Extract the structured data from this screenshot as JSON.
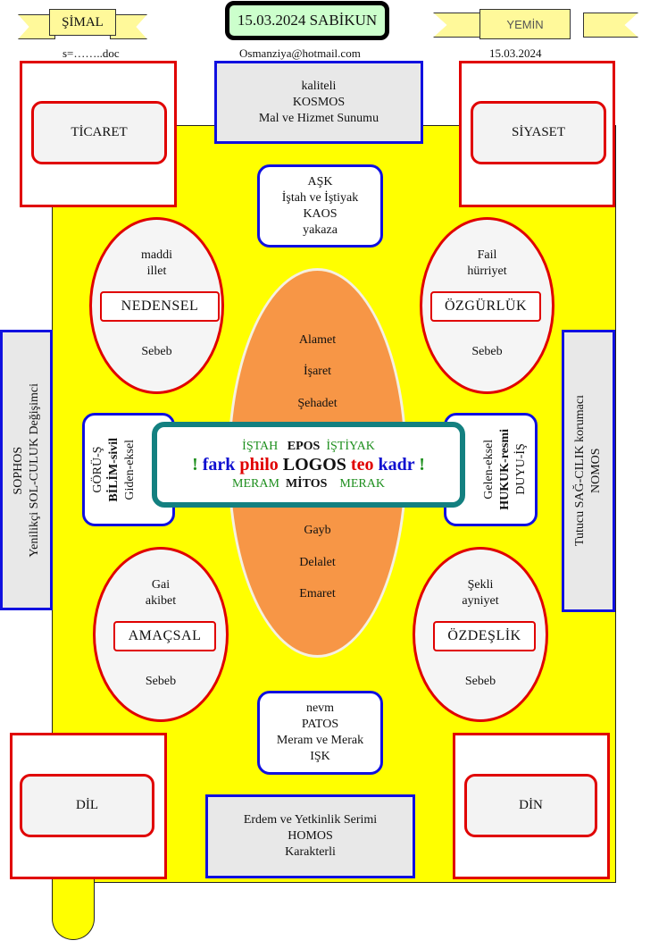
{
  "header": {
    "left_banner": "ŞİMAL",
    "title": "15.03.2024 SABİKUN",
    "right_banner": "YEMİN",
    "file": "s=……..doc",
    "email": "Osmanziya@hotmail.com",
    "date": "15.03.2024"
  },
  "corners": {
    "top_left": "TİCARET",
    "top_right": "SİYASET",
    "bottom_left": "DİL",
    "bottom_right": "DİN"
  },
  "top_box": {
    "l1": "kaliteli",
    "l2": "KOSMOS",
    "l3": "Mal ve Hizmet Sunumu"
  },
  "ask_box": {
    "l1": "AŞK",
    "l2": "İştah ve İştiyak",
    "l3": "KAOS",
    "l4": "yakaza"
  },
  "nevm_box": {
    "l1": "nevm",
    "l2": "PATOS",
    "l3": "Meram ve Merak",
    "l4": "IŞK"
  },
  "bottom_box": {
    "l1": "Erdem ve Yetkinlik Serimi",
    "l2": "HOMOS",
    "l3": "Karakterli"
  },
  "ellipses": {
    "nedensel": {
      "l1": "maddi",
      "l2": "illet",
      "tag": "NEDENSEL",
      "l3": "Sebeb"
    },
    "ozgurluk": {
      "l1": "Fail",
      "l2": "hürriyet",
      "tag": "ÖZGÜRLÜK",
      "l3": "Sebeb"
    },
    "amacsal": {
      "l1": "Gai",
      "l2": "akibet",
      "tag": "AMAÇSAL",
      "l3": "Sebeb"
    },
    "ozdeslik": {
      "l1": "Şekli",
      "l2": "ayniyet",
      "tag": "ÖZDEŞLİK",
      "l3": "Sebeb"
    }
  },
  "oval": {
    "top": [
      "Alamet",
      "İşaret",
      "Şehadet"
    ],
    "bottom": [
      "Gayb",
      "Delalet",
      "Emaret"
    ]
  },
  "center": {
    "r1a": "İŞTAH",
    "r1b": "EPOS",
    "r1c": "İŞTİYAK",
    "r2a": "!",
    "r2b": "fark",
    "r2c": "philo",
    "r2d": "LOGOS",
    "r2e": "teo",
    "r2f": "kadr",
    "r2g": "!",
    "r3a": "MERAM",
    "r3b": "MİTOS",
    "r3c": "MERAK"
  },
  "left_mid": {
    "l1": "GÖRÜ-Ş",
    "l2": "BİLİM-sivil",
    "l3": "Giden-eksel"
  },
  "right_mid": {
    "l1": "Gelen-eksel",
    "l2": "HUKUK-resmi",
    "l3": "DUYU-İŞ"
  },
  "left_side": {
    "l1": "SOPHOS",
    "l2": "Yenilikçi SOL-CULUK Değişimci"
  },
  "right_side": {
    "l1": "Tutucu SAĞ-CILIK korumacı",
    "l2": "NOMOS"
  }
}
